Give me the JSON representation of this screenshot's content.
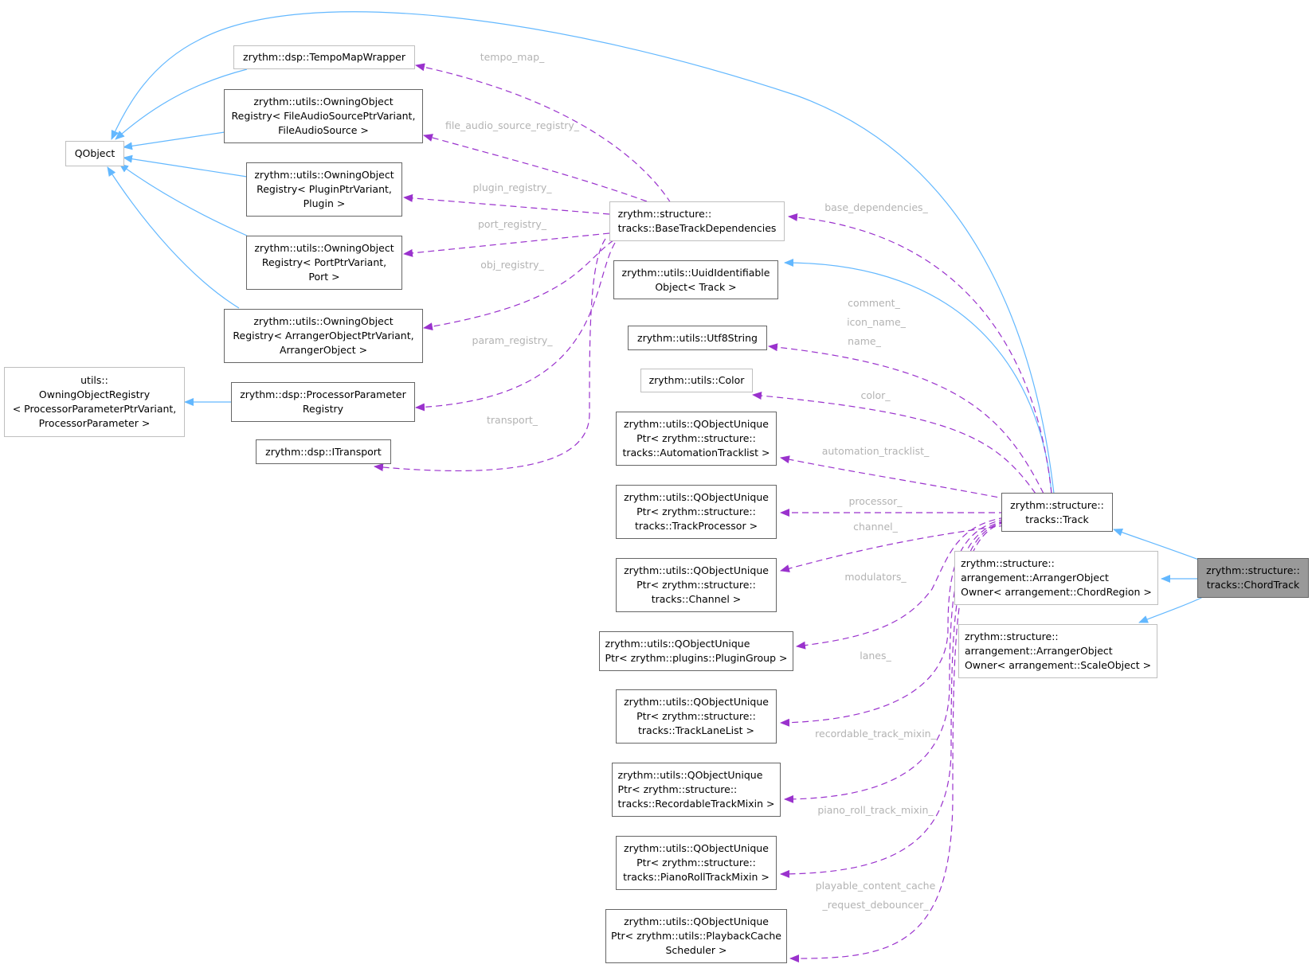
{
  "colors": {
    "inherit_edge": "#63b8ff",
    "member_edge": "#9a32cd",
    "edge_label": "#b3b3b3",
    "node_border": "#666666",
    "node_border_light": "#bfbfbf",
    "focus_fill": "#999999"
  },
  "nodes": {
    "qobject": [
      "QObject"
    ],
    "tempo_map_wrapper": [
      "zrythm::dsp::TempoMapWrapper"
    ],
    "reg_file_audio": [
      "zrythm::utils::OwningObject",
      "Registry< FileAudioSourcePtrVariant,",
      "FileAudioSource >"
    ],
    "reg_plugin": [
      "zrythm::utils::OwningObject",
      "Registry< PluginPtrVariant,",
      "Plugin >"
    ],
    "reg_port": [
      "zrythm::utils::OwningObject",
      "Registry< PortPtrVariant,",
      "Port >"
    ],
    "reg_arranger": [
      "zrythm::utils::OwningObject",
      "Registry< ArrangerObjectPtrVariant,",
      "ArrangerObject >"
    ],
    "reg_proc_param_base": [
      "utils::",
      "OwningObjectRegistry",
      "< ProcessorParameterPtrVariant,",
      "ProcessorParameter >"
    ],
    "proc_param_registry": [
      "zrythm::dsp::ProcessorParameter",
      "Registry"
    ],
    "itransport": [
      "zrythm::dsp::ITransport"
    ],
    "base_track_deps": [
      "zrythm::structure::",
      "tracks::BaseTrackDependencies"
    ],
    "uuid_identifiable": [
      "zrythm::utils::UuidIdentifiable",
      "Object< Track >"
    ],
    "utf8string": [
      "zrythm::utils::Utf8String"
    ],
    "color": [
      "zrythm::utils::Color"
    ],
    "qup_automation": [
      "zrythm::utils::QObjectUnique",
      "Ptr< zrythm::structure::",
      "tracks::AutomationTracklist >"
    ],
    "qup_processor": [
      "zrythm::utils::QObjectUnique",
      "Ptr< zrythm::structure::",
      "tracks::TrackProcessor >"
    ],
    "qup_channel": [
      "zrythm::utils::QObjectUnique",
      "Ptr< zrythm::structure::",
      "tracks::Channel >"
    ],
    "qup_plugingroup": [
      "zrythm::utils::QObjectUnique",
      "Ptr< zrythm::plugins::PluginGroup >"
    ],
    "qup_lanelist": [
      "zrythm::utils::QObjectUnique",
      "Ptr< zrythm::structure::",
      "tracks::TrackLaneList >"
    ],
    "qup_recordable": [
      "zrythm::utils::QObjectUnique",
      "Ptr< zrythm::structure::",
      "tracks::RecordableTrackMixin >"
    ],
    "qup_pianoroll": [
      "zrythm::utils::QObjectUnique",
      "Ptr< zrythm::structure::",
      "tracks::PianoRollTrackMixin >"
    ],
    "qup_playback": [
      "zrythm::utils::QObjectUnique",
      "Ptr< zrythm::utils::PlaybackCache",
      "Scheduler >"
    ],
    "track": [
      "zrythm::structure::",
      "tracks::Track"
    ],
    "owner_chordregion": [
      "zrythm::structure::",
      "arrangement::ArrangerObject",
      "Owner< arrangement::ChordRegion >"
    ],
    "owner_scaleobject": [
      "zrythm::structure::",
      "arrangement::ArrangerObject",
      "Owner< arrangement::ScaleObject >"
    ],
    "chord_track": [
      "zrythm::structure::",
      "tracks::ChordTrack"
    ]
  },
  "edge_labels": {
    "tempo_map": "tempo_map_",
    "file_audio_source_registry": "file_audio_source_registry_",
    "plugin_registry": "plugin_registry_",
    "port_registry": "port_registry_",
    "obj_registry": "obj_registry_",
    "param_registry": "param_registry_",
    "transport": "transport_",
    "base_dependencies": "base_dependencies_",
    "comment": "comment_",
    "icon_name": "icon_name_",
    "name": "name_",
    "color": "color_",
    "automation_tracklist": "automation_tracklist_",
    "processor": "processor_",
    "channel": "channel_",
    "modulators": "modulators_",
    "lanes": "lanes_",
    "recordable_track_mixin": "recordable_track_mixin_",
    "piano_roll_track_mixin": "piano_roll_track_mixin_",
    "playable_content_cache": "playable_content_cache",
    "request_debouncer": "_request_debouncer_"
  }
}
